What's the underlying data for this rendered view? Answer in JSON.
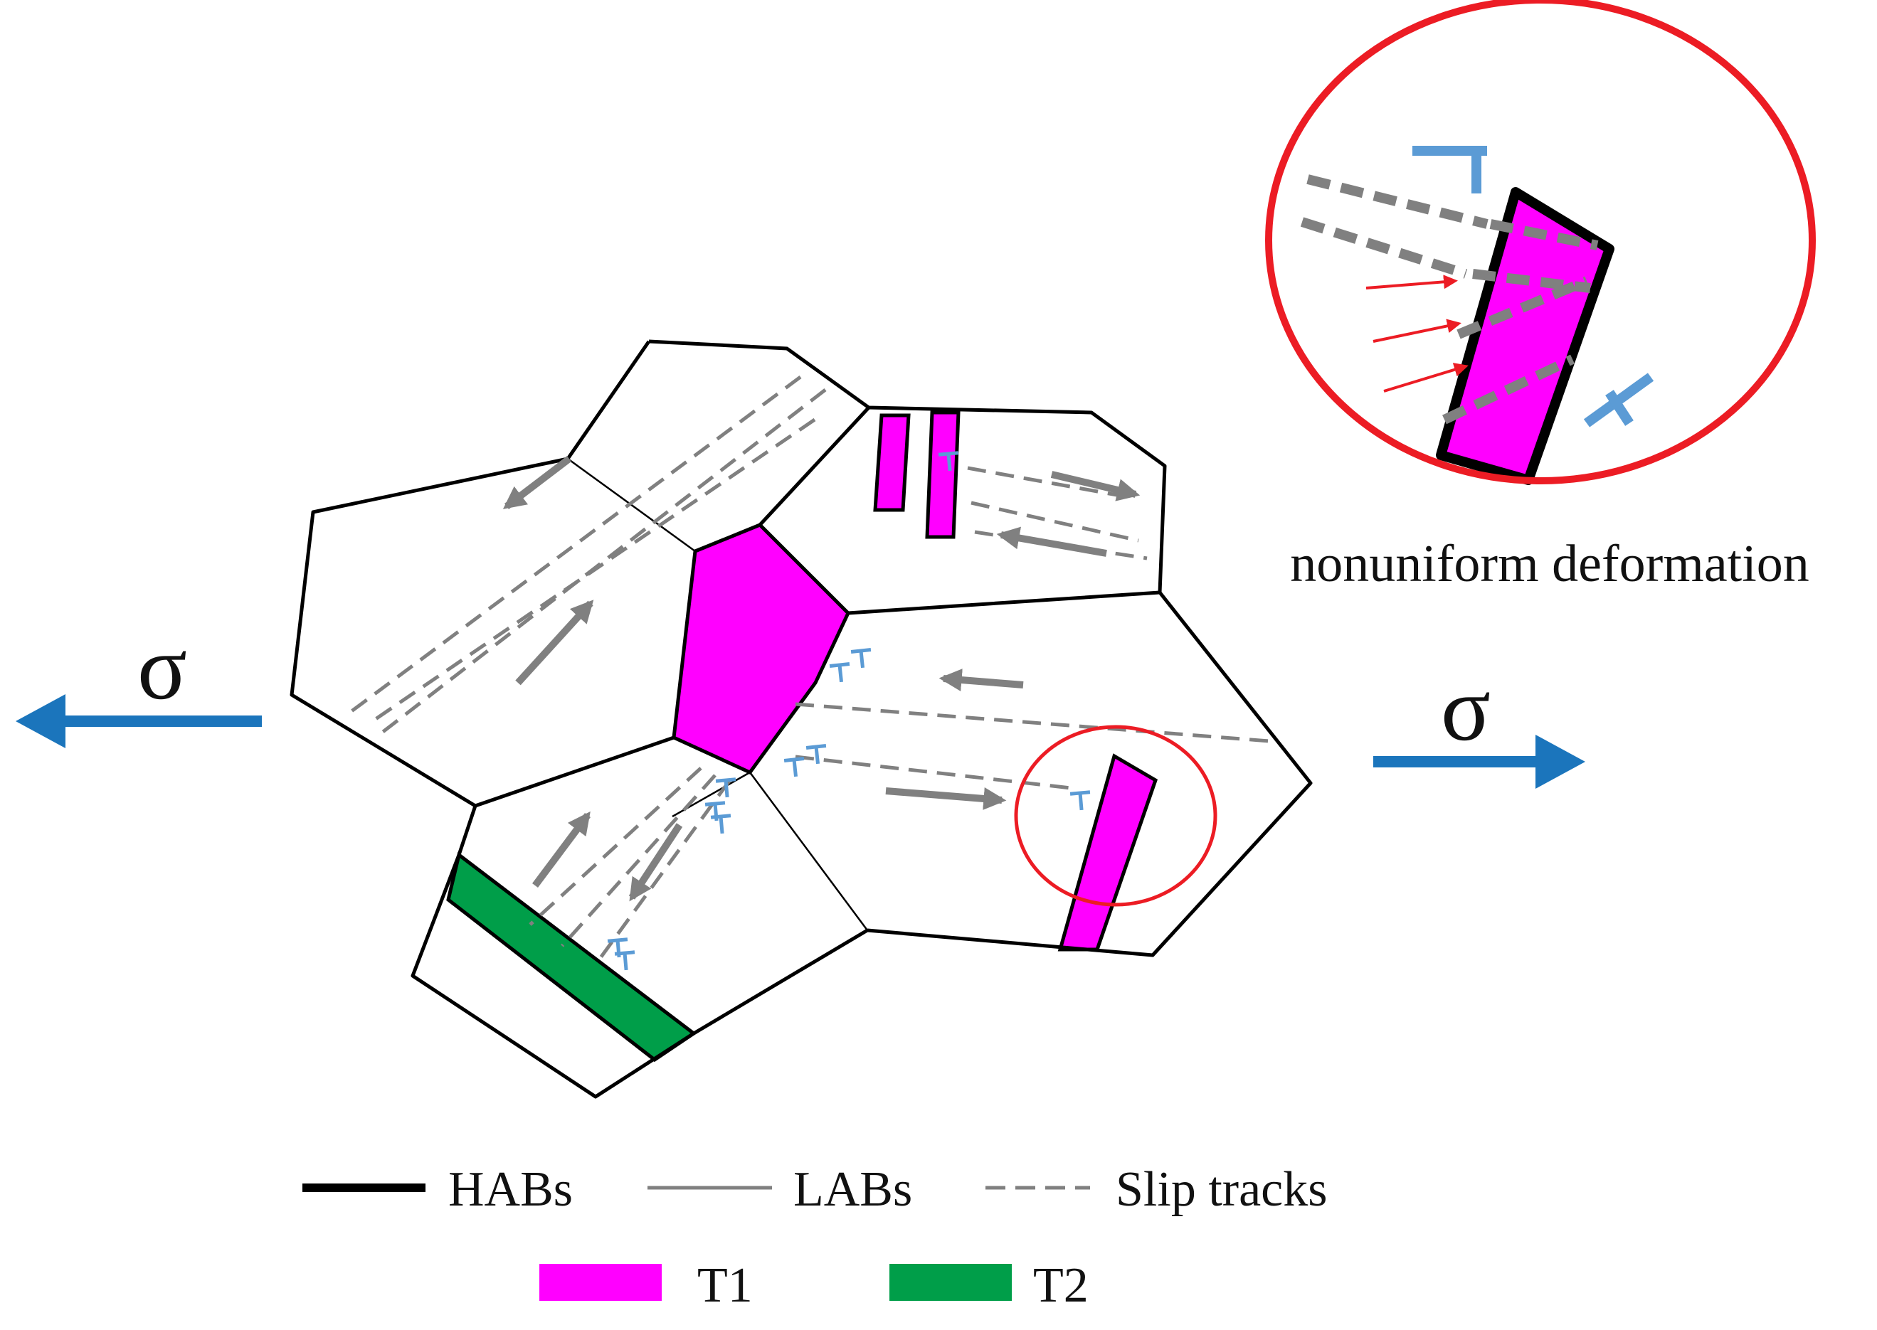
{
  "stress": {
    "symbol": "σ",
    "color": "#1b75bc"
  },
  "inset": {
    "caption": "nonuniform deformation",
    "circle_color": "#ec1c24"
  },
  "legend": {
    "habs": "HABs",
    "labs": "LABs",
    "slip": "Slip tracks",
    "t1": "T1",
    "t2": "T2"
  },
  "colors": {
    "twin_t1": "#ff00ff",
    "twin_t2": "#009e49",
    "dislocation": "#5b9bd5",
    "slip_track": "#808080",
    "red_arrow": "#ec1c24"
  }
}
